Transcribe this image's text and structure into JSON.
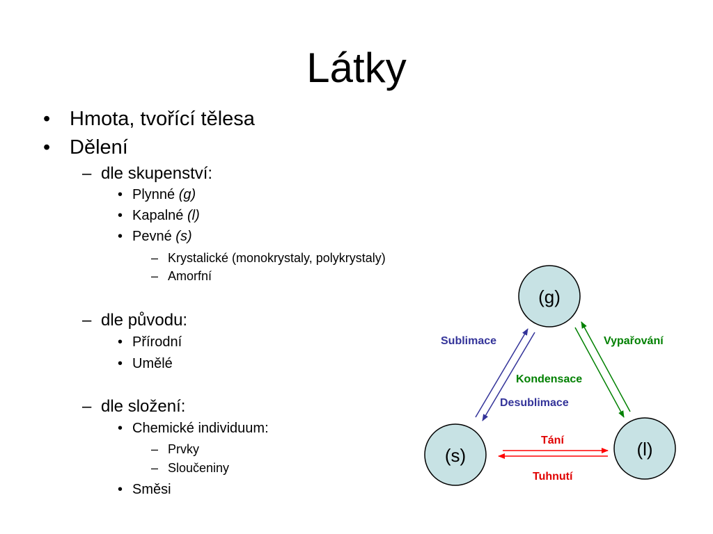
{
  "slide": {
    "title": "Látky",
    "bullets": [
      {
        "text": "Hmota, tvořící tělesa"
      },
      {
        "text": "Dělení"
      }
    ],
    "groups": [
      {
        "heading": "dle skupenství:",
        "items": [
          {
            "text": "Plynné",
            "symbol": "(g)"
          },
          {
            "text": "Kapalné",
            "symbol": "(l)"
          },
          {
            "text": "Pevné",
            "symbol": "(s)"
          }
        ],
        "subitems": [
          "Krystalické (monokrystaly, polykrystaly)",
          "Amorfní"
        ]
      },
      {
        "heading": "dle původu:",
        "items": [
          {
            "text": "Přírodní"
          },
          {
            "text": "Umělé"
          }
        ]
      },
      {
        "heading": "dle složení:",
        "items": [
          {
            "text": "Chemické individuum:"
          },
          {
            "text": "Směsi"
          }
        ],
        "subitems": [
          "Prvky",
          "Sloučeniny"
        ]
      }
    ],
    "markers": {
      "bullet": "•",
      "dash": "–"
    }
  },
  "diagram": {
    "states": {
      "gas": "(g)",
      "liquid": "(l)",
      "solid": "(s)"
    },
    "transitions": {
      "sublimation": "Sublimace",
      "desublimation": "Desublimace",
      "vaporization": "Vypařování",
      "condensation": "Kondensace",
      "melting": "Tání",
      "solidification": "Tuhnutí"
    },
    "colors": {
      "circle_fill": "#c7e2e4",
      "circle_stroke": "#000000",
      "sublimation": "#333399",
      "vaporization": "#008000",
      "melting": "#ff0000",
      "melting_text": "#e00000"
    }
  }
}
